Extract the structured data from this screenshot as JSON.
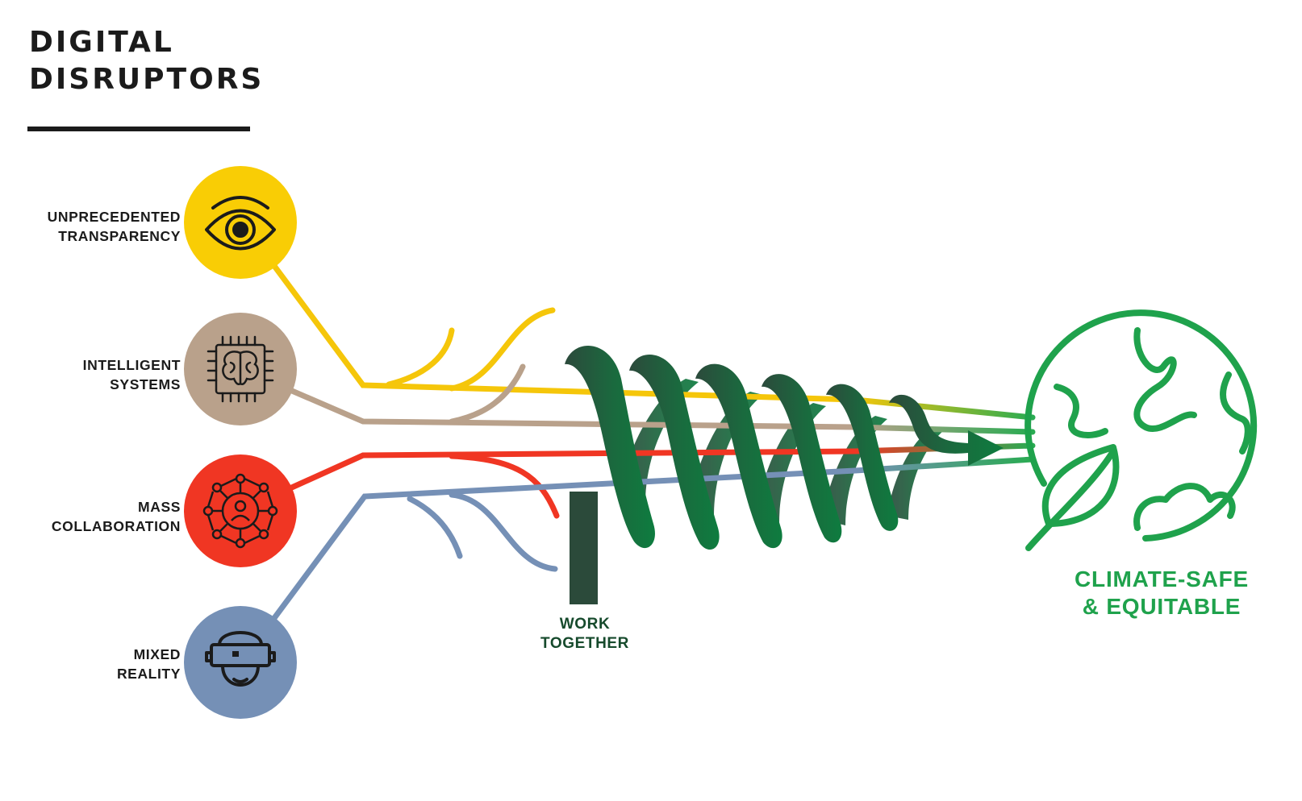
{
  "title": {
    "line1": "DIGITAL",
    "line2": "DISRUPTORS"
  },
  "disruptors": [
    {
      "line1": "UNPRECEDENTED",
      "line2": "TRANSPARENCY",
      "icon": "eye-icon",
      "color": "#f9cd05"
    },
    {
      "line1": "INTELLIGENT",
      "line2": "SYSTEMS",
      "icon": "brain-chip-icon",
      "color": "#b9a18b"
    },
    {
      "line1": "MASS",
      "line2": "COLLABORATION",
      "icon": "network-people-icon",
      "color": "#f03623"
    },
    {
      "line1": "MIXED",
      "line2": "REALITY",
      "icon": "vr-headset-icon",
      "color": "#7590b6"
    }
  ],
  "work_together": {
    "line1": "WORK",
    "line2": "TOGETHER",
    "color": "#2b4a3a"
  },
  "goal": {
    "line1": "CLIMATE-SAFE",
    "line2": "& EQUITABLE",
    "icon": "globe-leaf-icon",
    "color": "#1fa24c"
  }
}
